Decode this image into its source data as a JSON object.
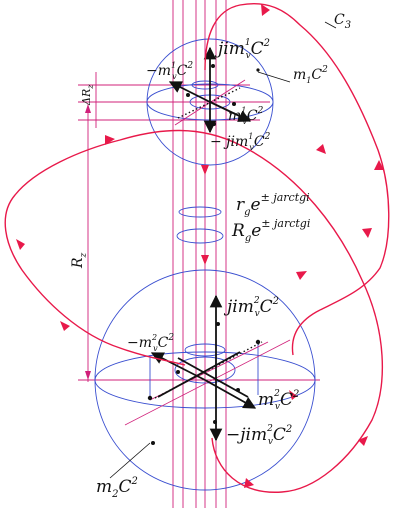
{
  "labels": {
    "curve": "C",
    "curve_sub": "3",
    "top_jim": "jim",
    "top_jim_sub": "v",
    "top_jim_sup": "1",
    "top_jim_C": "C",
    "top_jim_exp": "2",
    "top_neg_m": "−m",
    "top_neg_m_sub": "v",
    "top_neg_m_sup": "1",
    "top_neg_m_C": "C",
    "top_neg_m_exp": "2",
    "top_mass": "m",
    "top_mass_sub": "1",
    "top_mass_C": "C",
    "top_mass_exp": "2",
    "top_m": "m",
    "top_m_sub": "v",
    "top_m_sup": "1",
    "top_m_C": "C",
    "top_m_exp": "2",
    "top_neg_jim": "− jim",
    "top_neg_jim_sub": "v",
    "top_neg_jim_sup": "1",
    "top_neg_jim_C": "C",
    "top_neg_jim_exp": "2",
    "delta_r": "ΔR",
    "delta_r_sub": "z",
    "rz": "R",
    "rz_sub": "z",
    "rg": "r",
    "rg_sub": "g",
    "rg_e": "e",
    "rg_exp": "± jarctgi",
    "Rg": "R",
    "Rg_sub": "g",
    "Rg_e": "e",
    "Rg_exp": "± jarctgi",
    "bot_jim": "jim",
    "bot_jim_sub": "v",
    "bot_jim_sup": "2",
    "bot_jim_C": "C",
    "bot_jim_exp": "2",
    "bot_neg_m": "−m",
    "bot_neg_m_sub": "v",
    "bot_neg_m_sup": "2",
    "bot_neg_m_C": "C",
    "bot_neg_m_exp": "2",
    "bot_m": "m",
    "bot_m_sub": "v",
    "bot_m_sup": "2",
    "bot_m_C": "C",
    "bot_m_exp": "2",
    "bot_neg_jim": "−jim",
    "bot_neg_jim_sub": "v",
    "bot_neg_jim_sup": "2",
    "bot_neg_jim_C": "C",
    "bot_neg_jim_exp": "2",
    "bot_mass": "m",
    "bot_mass_sub": "2",
    "bot_mass_C": "C",
    "bot_mass_exp": "2"
  },
  "colors": {
    "curve": "#e8194a",
    "sphere": "#3a4fd0",
    "guide": "#d0207a",
    "arrow": "#111111"
  }
}
